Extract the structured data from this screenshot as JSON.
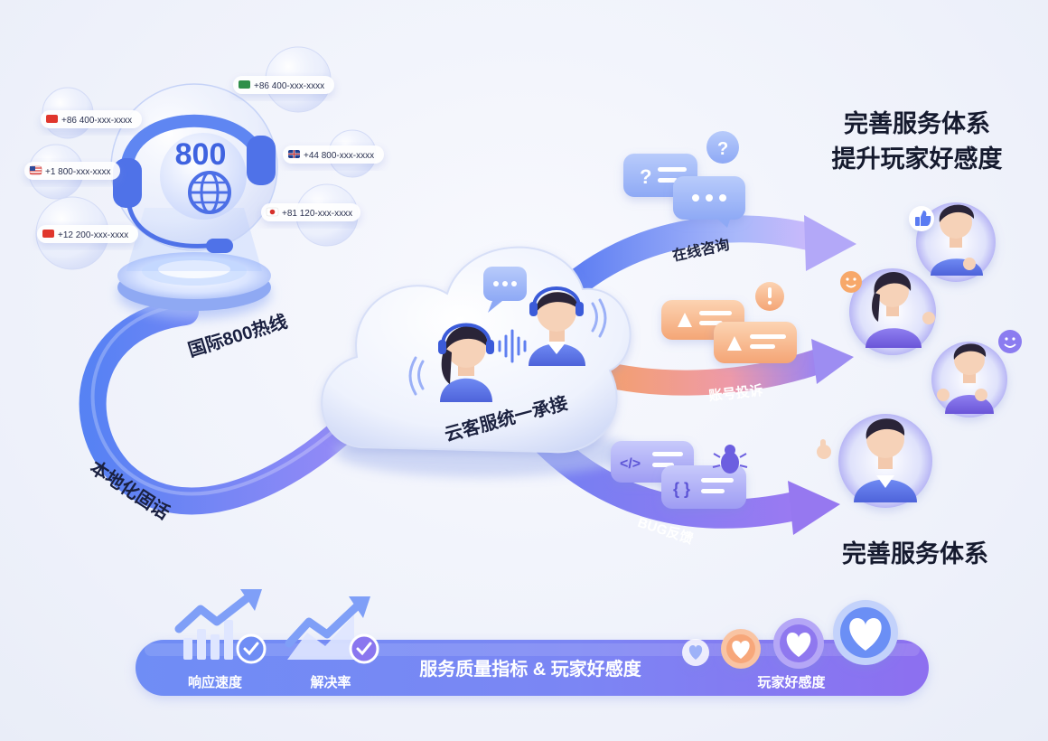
{
  "hotline": {
    "number": "800",
    "label": "国际800热线",
    "phones": [
      {
        "flag": "china-flag-icon",
        "text": "+86 400-xxx-xxxx"
      },
      {
        "flag": "saudi-flag-icon",
        "text": "+86 400-xxx-xxxx"
      },
      {
        "flag": "uk-flag-icon",
        "text": "+44 800-xxx-xxxx"
      },
      {
        "flag": "us-flag-icon",
        "text": "+1 800-xxx-xxxx"
      },
      {
        "flag": "japan-flag-icon",
        "text": "+81 120-xxx-xxxx"
      },
      {
        "flag": "china-flag-icon",
        "text": "+12 200-xxx-xxxx"
      }
    ]
  },
  "landline": {
    "label": "本地化固话"
  },
  "cloud": {
    "label": "云客服统一承接"
  },
  "routes": {
    "consult": "在线咨询",
    "complaint": "账号投诉",
    "bug": "BUG反馈"
  },
  "titles": {
    "top_line1": "完善服务体系",
    "top_line2": "提升玩家好感度",
    "bottom": "完善服务体系"
  },
  "bar": {
    "metric1": "响应速度",
    "metric2": "解决率",
    "center": "服务质量指标 & 玩家好感度",
    "right": "玩家好感度"
  },
  "colors": {
    "primary_blue": "#5b7cf2",
    "purple": "#8b6cf0",
    "orange": "#f29a5c",
    "bar_start": "#6f8df5",
    "bar_end": "#8d6ff0"
  }
}
